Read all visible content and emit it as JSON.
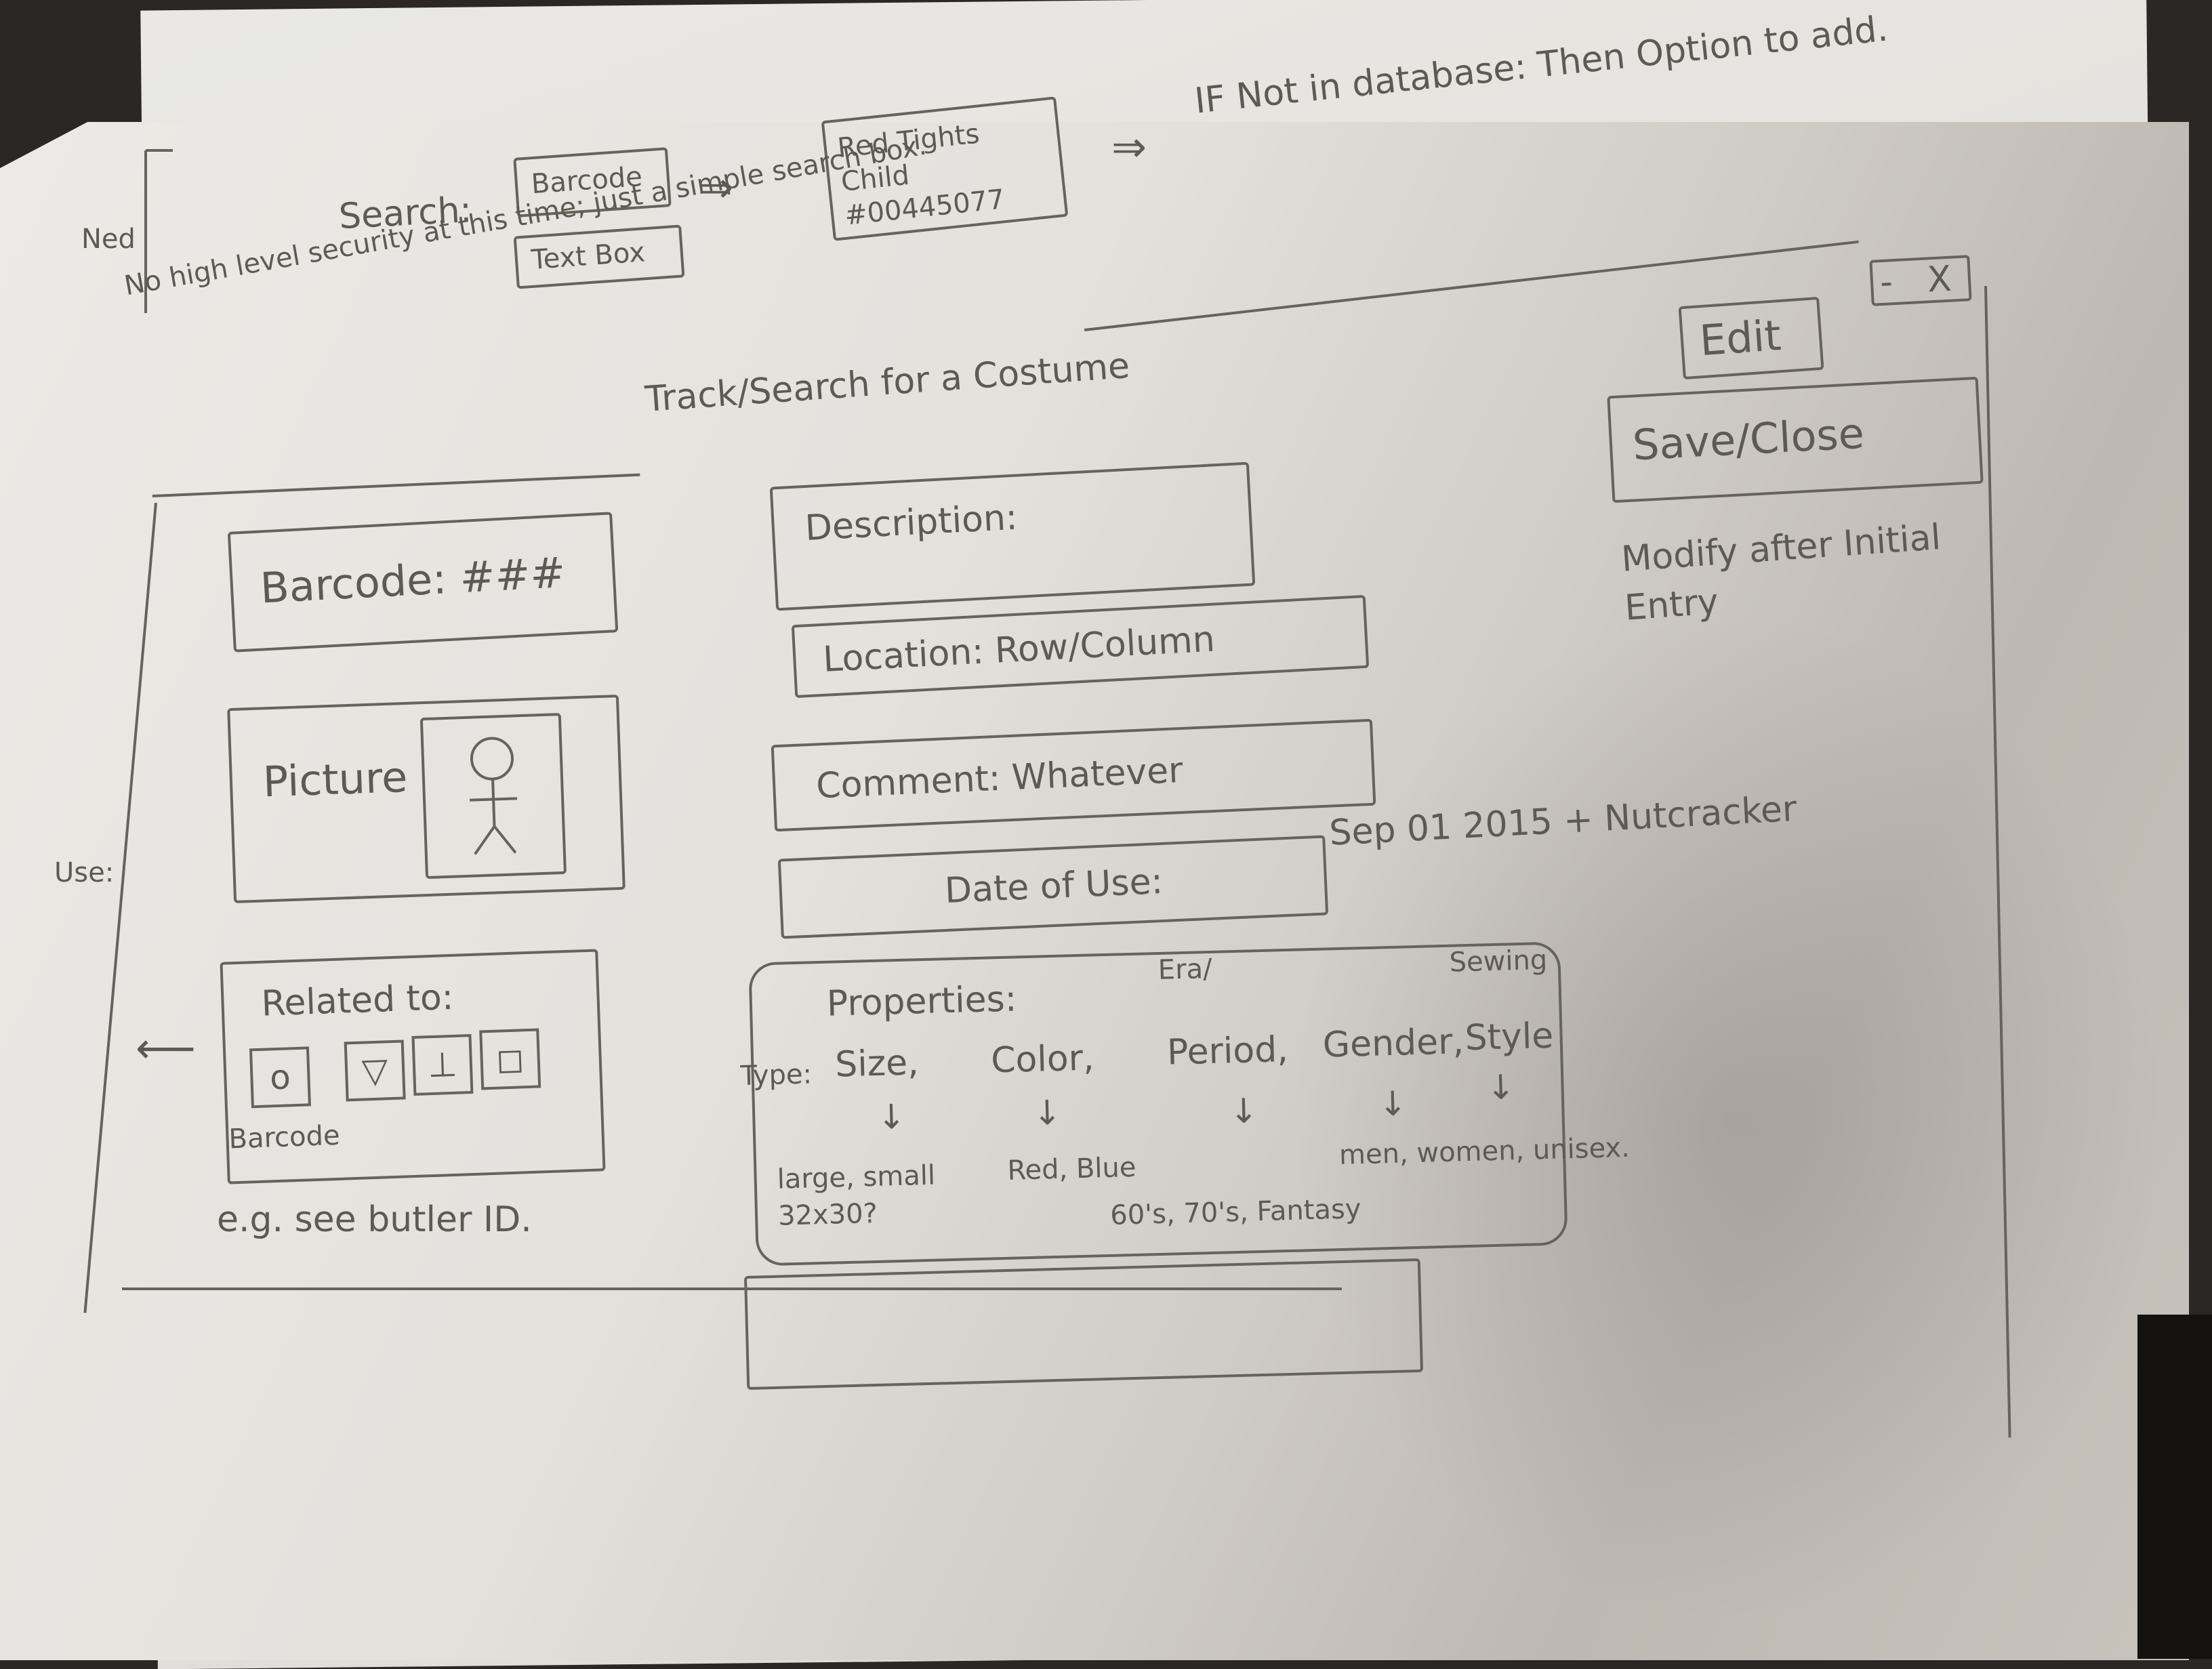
{
  "top_note": {
    "side_label": "Ned",
    "search_label": "Search:",
    "barcode_box": "Barcode",
    "textbox_box": "Text Box",
    "result_box": "Red Tights Child #00445077",
    "not_in_db": "IF Not in database: Then Option to add.",
    "security_note": "No high level security at this time; just a simple search box."
  },
  "window": {
    "title": "Track/Search for a Costume",
    "controls": {
      "minimize": "-",
      "close": "X"
    },
    "edit_button": "Edit",
    "save_close_button": "Save/Close",
    "modify_note": "Modify after Initial Entry",
    "side_label": "Use:"
  },
  "left_panel": {
    "barcode_field": "Barcode: ###",
    "picture_label": "Picture",
    "related_label": "Related to:",
    "related_icons": [
      "o",
      "▽",
      "⊥",
      "◻"
    ],
    "barcode_caption": "Barcode",
    "example_note": "e.g. see butler ID."
  },
  "right_panel": {
    "description_label": "Description:",
    "location_label": "Location: Row/Column",
    "comment_label": "Comment: Whatever",
    "date_label": "Date of Use:",
    "date_note": "Sep 01 2015 + Nutcracker",
    "properties_label": "Properties:",
    "types_label": "Type:",
    "property_types": [
      "Size",
      "Color",
      "Era/Period",
      "Gender",
      "Sewing Style"
    ],
    "property_headers": [
      "Size,",
      "Color,",
      "Period,",
      "Gender,",
      "Style"
    ],
    "property_super": {
      "era": "Era/",
      "sewing": "Sewing"
    },
    "examples": {
      "size": "large, small 32x30?",
      "color": "Red, Blue",
      "period": "60's, 70's, Fantasy",
      "gender": "men, women, unisex."
    }
  }
}
